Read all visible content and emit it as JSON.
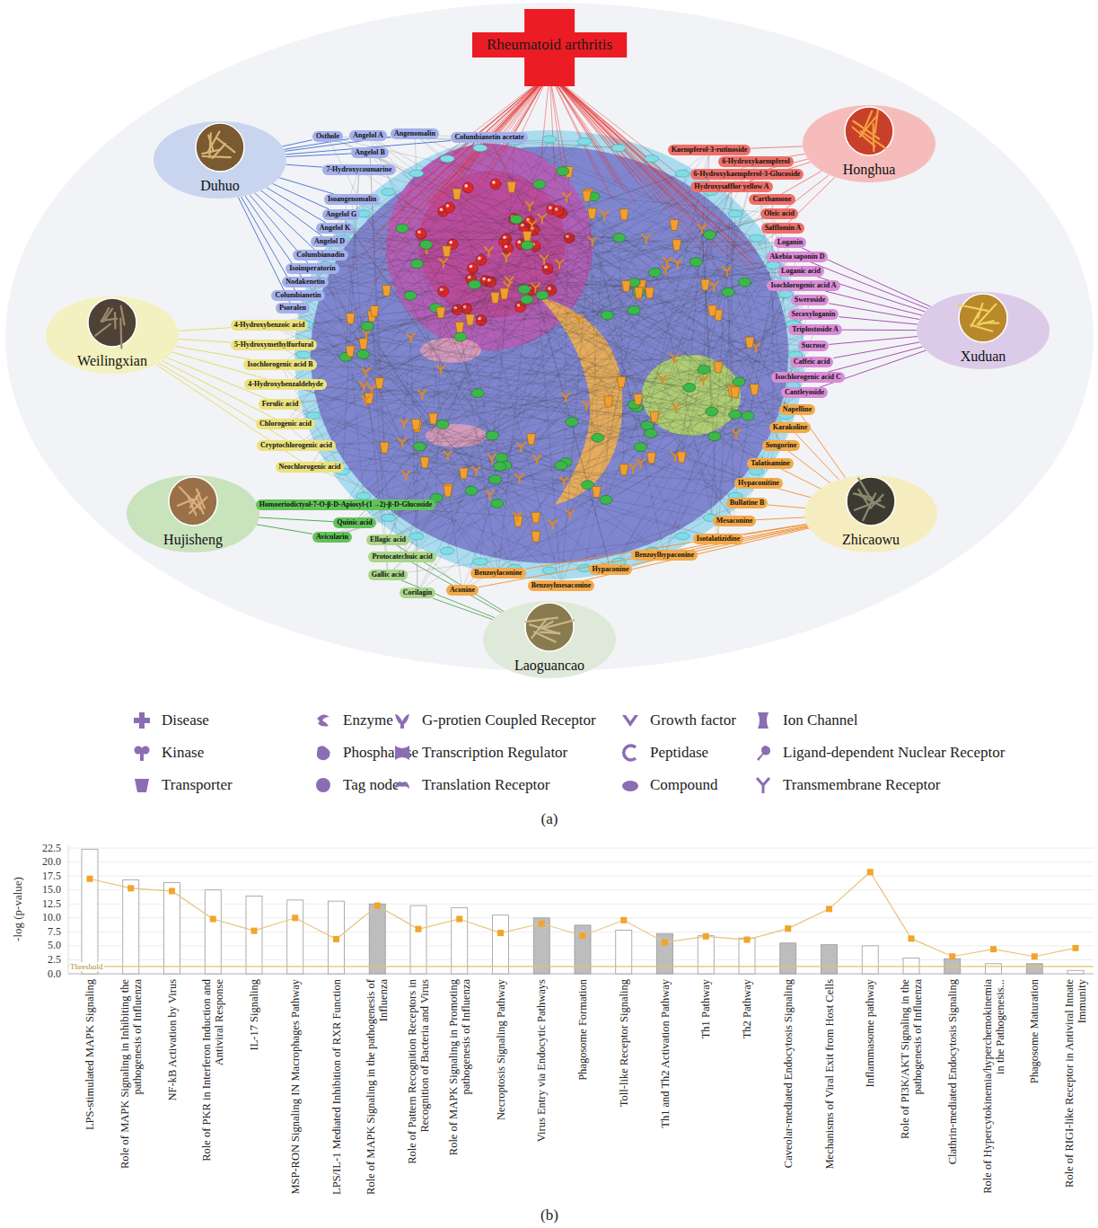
{
  "diagram": {
    "nodes": [
      {
        "text": [
          "Rheumatoid arthritis"
        ]
      },
      {
        "text": [
          "Duhuo"
        ]
      },
      {
        "text": [
          "Honghua"
        ]
      },
      {
        "text": [
          "Weilingxian"
        ]
      },
      {
        "text": [
          "Xuduan"
        ]
      },
      {
        "text": [
          "Hujisheng"
        ]
      },
      {
        "text": [
          "Zhicaowu"
        ]
      },
      {
        "text": [
          "Laoguancao"
        ]
      },
      {
        "text": [
          "Osthole"
        ]
      },
      {
        "text": [
          "Angelol A"
        ]
      },
      {
        "text": [
          "Angenomalin"
        ]
      },
      {
        "text": [
          "Columbianetin acetate"
        ]
      },
      {
        "text": [
          "Angelol B"
        ]
      },
      {
        "text": [
          "7-Hydroxycoumarine"
        ]
      },
      {
        "text": [
          "Isoangenomalin"
        ]
      },
      {
        "text": [
          "Angelol G"
        ]
      },
      {
        "text": [
          "Angelol K"
        ]
      },
      {
        "text": [
          "Angelol D"
        ]
      },
      {
        "text": [
          "Columbianadin"
        ]
      },
      {
        "text": [
          "Isoimperatorin"
        ]
      },
      {
        "text": [
          "Nodakenetin"
        ]
      },
      {
        "text": [
          "Columbianetin"
        ]
      },
      {
        "text": [
          "Psoralen"
        ]
      },
      {
        "text": [
          "Kaempferol-3-rutinoside"
        ]
      },
      {
        "text": [
          "6-Hydroxykaempferol"
        ]
      },
      {
        "text": [
          "6-Hydroxykaempferol-3-Glucoside"
        ]
      },
      {
        "text": [
          "Hydroxysafflor yellow A"
        ]
      },
      {
        "text": [
          "Carthamone"
        ]
      },
      {
        "text": [
          "Oleic acid"
        ]
      },
      {
        "text": [
          "Safflomin A"
        ]
      },
      {
        "text": [
          "Loganin"
        ]
      },
      {
        "text": [
          "Akebia saponin D"
        ]
      },
      {
        "text": [
          "Loganic acid"
        ]
      },
      {
        "text": [
          "Isochlorogenic acid A"
        ]
      },
      {
        "text": [
          "Sweroside"
        ]
      },
      {
        "text": [
          "Secoxyloganin"
        ]
      },
      {
        "text": [
          "Triplostoside A"
        ]
      },
      {
        "text": [
          "Sucrose"
        ]
      },
      {
        "text": [
          "Caffeic acid"
        ]
      },
      {
        "text": [
          "Isochlorogenic acid C"
        ]
      },
      {
        "text": [
          "Cantleyoside"
        ]
      },
      {
        "text": [
          "Napelline"
        ]
      },
      {
        "text": [
          "Karakoline"
        ]
      },
      {
        "text": [
          "Songorine"
        ]
      },
      {
        "text": [
          "Talatisamine"
        ]
      },
      {
        "text": [
          "Hypaconitine"
        ]
      },
      {
        "text": [
          "Bullatine B"
        ]
      },
      {
        "text": [
          "Mesaconine"
        ]
      },
      {
        "text": [
          "Isotalatizidine"
        ]
      },
      {
        "text": [
          "Benzoylhypaconine"
        ]
      },
      {
        "text": [
          "Hypaconine"
        ]
      },
      {
        "text": [
          "Benzoylmesaconine"
        ]
      },
      {
        "text": [
          "Benzoylaconine"
        ]
      },
      {
        "text": [
          "Aconine"
        ]
      },
      {
        "text": [
          "Corilagin"
        ]
      },
      {
        "text": [
          "Gallic acid"
        ]
      },
      {
        "text": [
          "Protocatechuic acid"
        ]
      },
      {
        "text": [
          "Ellagic acid"
        ]
      },
      {
        "text": [
          "Homoeriodictyol-7-O-β-D-Apiosyl-(1→2)-β-D-Glucoside"
        ]
      },
      {
        "text": [
          "Quinic acid"
        ]
      },
      {
        "text": [
          "Avicularin"
        ]
      },
      {
        "text": [
          "Neochlorogenic acid"
        ]
      },
      {
        "text": [
          "Cryptochlorogenic acid"
        ]
      },
      {
        "text": [
          "Chlorogenic acid"
        ]
      },
      {
        "text": [
          "Ferulic acid"
        ]
      },
      {
        "text": [
          "4-Hydroxybenzaldehyde"
        ]
      },
      {
        "text": [
          "Isochlorogenic acid B"
        ]
      },
      {
        "text": [
          "5-Hydroxymethylfurfural"
        ]
      },
      {
        "text": [
          "4-Hydroxybenzoic acid"
        ]
      }
    ],
    "edges": [
      {
        "from": 1,
        "to": 8,
        "arrow": "none"
      },
      {
        "from": 1,
        "to": 9,
        "arrow": "none"
      },
      {
        "from": 1,
        "to": 10,
        "arrow": "none"
      },
      {
        "from": 1,
        "to": 11,
        "arrow": "none"
      },
      {
        "from": 1,
        "to": 12,
        "arrow": "none"
      },
      {
        "from": 1,
        "to": 13,
        "arrow": "none"
      },
      {
        "from": 1,
        "to": 14,
        "arrow": "none"
      },
      {
        "from": 1,
        "to": 15,
        "arrow": "none"
      },
      {
        "from": 1,
        "to": 16,
        "arrow": "none"
      },
      {
        "from": 1,
        "to": 17,
        "arrow": "none"
      },
      {
        "from": 1,
        "to": 18,
        "arrow": "none"
      },
      {
        "from": 1,
        "to": 19,
        "arrow": "none"
      },
      {
        "from": 1,
        "to": 20,
        "arrow": "none"
      },
      {
        "from": 1,
        "to": 21,
        "arrow": "none"
      },
      {
        "from": 1,
        "to": 22,
        "arrow": "none"
      },
      {
        "from": 2,
        "to": 23,
        "arrow": "none"
      },
      {
        "from": 2,
        "to": 24,
        "arrow": "none"
      },
      {
        "from": 2,
        "to": 25,
        "arrow": "none"
      },
      {
        "from": 2,
        "to": 26,
        "arrow": "none"
      },
      {
        "from": 2,
        "to": 27,
        "arrow": "none"
      },
      {
        "from": 2,
        "to": 28,
        "arrow": "none"
      },
      {
        "from": 2,
        "to": 29,
        "arrow": "none"
      },
      {
        "from": 4,
        "to": 30,
        "arrow": "none"
      },
      {
        "from": 4,
        "to": 31,
        "arrow": "none"
      },
      {
        "from": 4,
        "to": 32,
        "arrow": "none"
      },
      {
        "from": 4,
        "to": 33,
        "arrow": "none"
      },
      {
        "from": 4,
        "to": 34,
        "arrow": "none"
      },
      {
        "from": 4,
        "to": 35,
        "arrow": "none"
      },
      {
        "from": 4,
        "to": 36,
        "arrow": "none"
      },
      {
        "from": 4,
        "to": 37,
        "arrow": "none"
      },
      {
        "from": 4,
        "to": 38,
        "arrow": "none"
      },
      {
        "from": 4,
        "to": 39,
        "arrow": "none"
      },
      {
        "from": 4,
        "to": 40,
        "arrow": "none"
      },
      {
        "from": 6,
        "to": 41,
        "arrow": "none"
      },
      {
        "from": 6,
        "to": 42,
        "arrow": "none"
      },
      {
        "from": 6,
        "to": 43,
        "arrow": "none"
      },
      {
        "from": 6,
        "to": 44,
        "arrow": "none"
      },
      {
        "from": 6,
        "to": 45,
        "arrow": "none"
      },
      {
        "from": 6,
        "to": 46,
        "arrow": "none"
      },
      {
        "from": 6,
        "to": 47,
        "arrow": "none"
      },
      {
        "from": 6,
        "to": 48,
        "arrow": "none"
      },
      {
        "from": 6,
        "to": 49,
        "arrow": "none"
      },
      {
        "from": 6,
        "to": 50,
        "arrow": "none"
      },
      {
        "from": 6,
        "to": 51,
        "arrow": "none"
      },
      {
        "from": 6,
        "to": 52,
        "arrow": "none"
      },
      {
        "from": 6,
        "to": 53,
        "arrow": "none"
      },
      {
        "from": 7,
        "to": 54,
        "arrow": "none"
      },
      {
        "from": 7,
        "to": 55,
        "arrow": "none"
      },
      {
        "from": 7,
        "to": 56,
        "arrow": "none"
      },
      {
        "from": 7,
        "to": 57,
        "arrow": "none"
      },
      {
        "from": 5,
        "to": 58,
        "arrow": "none"
      },
      {
        "from": 5,
        "to": 59,
        "arrow": "none"
      },
      {
        "from": 5,
        "to": 60,
        "arrow": "none"
      },
      {
        "from": 3,
        "to": 61,
        "arrow": "none"
      },
      {
        "from": 3,
        "to": 62,
        "arrow": "none"
      },
      {
        "from": 3,
        "to": 63,
        "arrow": "none"
      },
      {
        "from": 3,
        "to": 64,
        "arrow": "none"
      },
      {
        "from": 3,
        "to": 65,
        "arrow": "none"
      },
      {
        "from": 3,
        "to": 66,
        "arrow": "none"
      },
      {
        "from": 3,
        "to": 67,
        "arrow": "none"
      },
      {
        "from": 3,
        "to": 68,
        "arrow": "none"
      }
    ],
    "labels": [
      "(a)",
      "-log (p-value)",
      "22.5",
      "20.0",
      "17.5",
      "15.0",
      "12.5",
      "10.0",
      "7.5",
      "5.0",
      "2.5",
      "0.0",
      "Threshold",
      "LPS-stimulated MAPK Signaling",
      "Role of MAPK Signaling in Inhibiting the pathogenesis of Influenza",
      "NF-kB Activation by Virus",
      "Role of PKR in Interferon Induction and Antiviral Response",
      "IL-17 Signaling",
      "MSP-RON Signaling IN Macrophages Pathway",
      "LPS/IL-1 Mediated Inhibition of RXR Function",
      "Role of MAPK Signaling in the pathogenesis of Influenza",
      "Role of Pattern Recognition Receptors in Recognition of Bacteria and Virus",
      "Role of MAPK Signaling in Promoting pathogenesis of Influenza",
      "Necroptosis Signaling Pathway",
      "Virus Entry via Endocytic Pathways",
      "Phagosome Formation",
      "Toll-like Receptor Signaling",
      "Th1 and Th2 Activation Pathway",
      "Th1 Pathway",
      "Th2 Pathway",
      "Caveolar-mediated Endocytosis Signaling",
      "Mechanisms of Viral Exit from Host Cells",
      "Inflammasome pathway",
      "Role of PI3K/AKT Signaling in the pathogenesis of Influenza",
      "Clathrin-mediated Endocytosis Signaling",
      "Role of Hypercytokinemia/hyperchemokinemia in the Pathogenesis...",
      "Phagosome Maturation",
      "Role of RIGI-like Receptor in Antiviral Innate Immunity",
      "(b)"
    ],
    "legend": [
      {
        "text": "Disease"
      },
      {
        "text": "Enzyme"
      },
      {
        "text": "G-protien Coupled Receptor"
      },
      {
        "text": "Growth factor"
      },
      {
        "text": "Ion Channel"
      },
      {
        "text": "Kinase"
      },
      {
        "text": "Phosphatase"
      },
      {
        "text": "Transcription Regulator"
      },
      {
        "text": "Peptidase"
      },
      {
        "text": "Ligand-dependent Nuclear Receptor"
      },
      {
        "text": "Transporter"
      },
      {
        "text": "Tag node"
      },
      {
        "text": "Translation Receptor"
      },
      {
        "text": "Compound"
      },
      {
        "text": "Transmembrane Receptor"
      }
    ]
  }
}
